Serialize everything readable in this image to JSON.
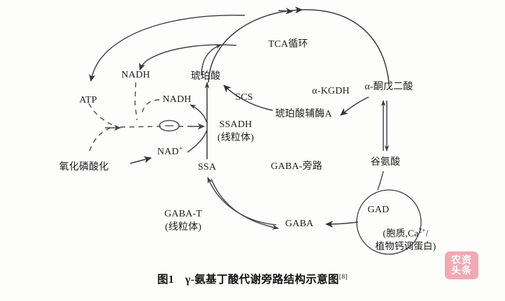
{
  "figure": {
    "caption_number": "图1",
    "caption_text": "γ-氨基丁酸代谢旁路结构示意图",
    "caption_reference": "[8]"
  },
  "watermark": {
    "line1": "农资",
    "line2": "头条"
  },
  "nodes": {
    "tca_cycle": "TCA循环",
    "nadh_upper": "NADH",
    "nadh_lower": "NADH",
    "atp": "ATP",
    "succinate": "琥珀酸",
    "scs": "SCS",
    "ssadh_name": "SSADH",
    "ssadh_location": "(线粒体)",
    "nad_plus": "NAD",
    "nad_plus_charge": "+",
    "oxidative_phosphorylation": "氧化磷酸化",
    "ssa": "SSA",
    "gaba_shunt": "GABA-旁路",
    "succinyl_coa": "琥珀酸辅酶A",
    "alpha_kgdh": "α-KGDH",
    "alpha_ketoglutarate": "α-酮戊二酸",
    "glutamate": "谷氨酸",
    "gad": "GAD",
    "gad_location_line1_pre": "(胞质,Ca",
    "gad_location_charge": "2+",
    "gad_location_line1_post": "/",
    "gad_location_line2": "植物钙调蛋白)",
    "gaba": "GABA",
    "gaba_t_name": "GABA-T",
    "gaba_t_location": "(线粒体)"
  },
  "colors": {
    "ink": "#1d1d1d",
    "stroke": "#3a3a42",
    "dashed_stroke": "#4a4a52",
    "background": "#fdfdfc",
    "watermark": "#e8657a"
  }
}
